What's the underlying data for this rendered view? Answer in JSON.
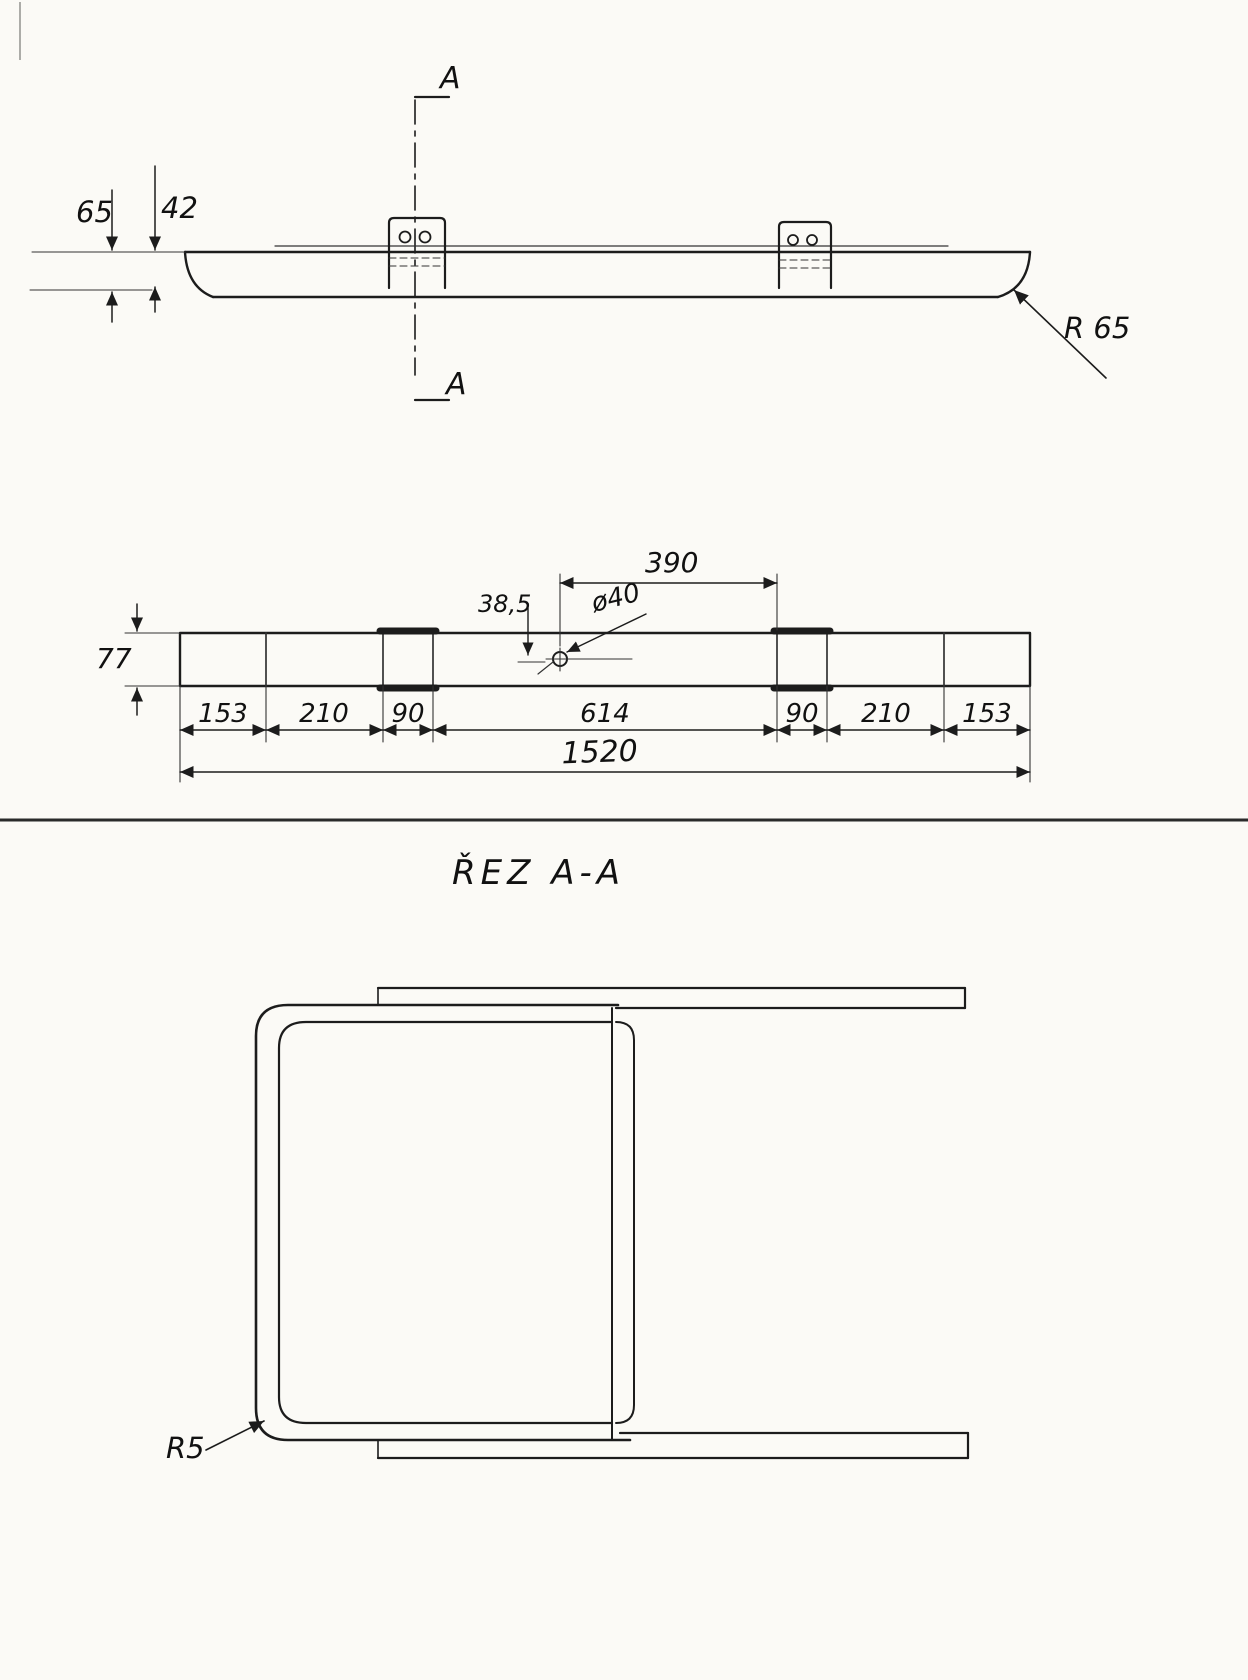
{
  "drawing": {
    "section_marker": "A",
    "side_view": {
      "dim_65": "65",
      "dim_42": "42",
      "radius": "R 65"
    },
    "plan_view": {
      "dim_390": "390",
      "dim_38_5": "38,5",
      "hole_dia": "ø40",
      "dim_77": "77",
      "segments": [
        "153",
        "210",
        "90",
        "614",
        "90",
        "210",
        "153"
      ],
      "total": "1520"
    },
    "section_view": {
      "title": "ŘEZ  A-A",
      "radius": "R5"
    }
  }
}
